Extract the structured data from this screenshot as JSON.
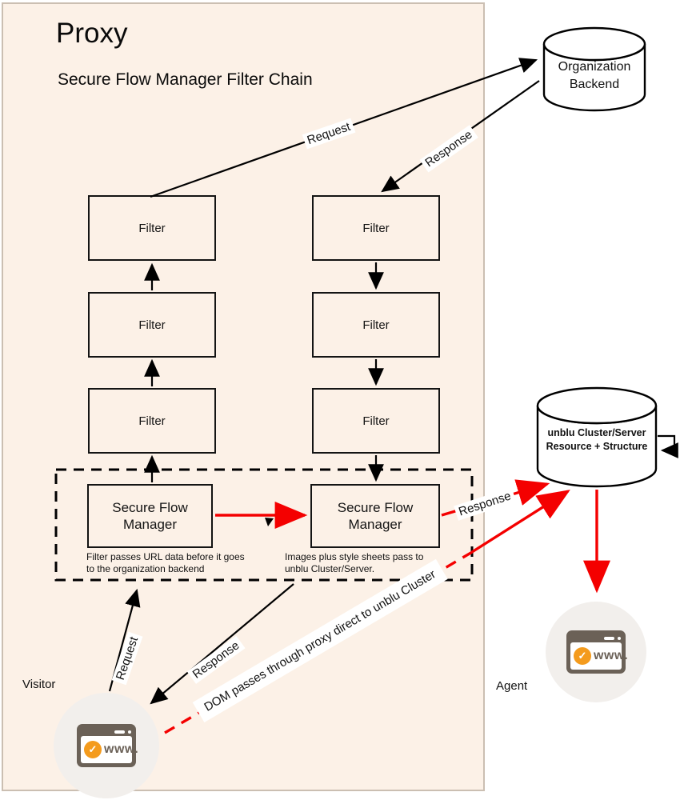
{
  "proxy": {
    "title": "Proxy",
    "subtitle": "Secure Flow Manager Filter Chain"
  },
  "nodes": {
    "org_backend": {
      "label": "Organization\nBackend"
    },
    "unblu": {
      "label": "unblu Cluster/Server\nResource + Structure"
    },
    "sfm_left": {
      "label": "Secure Flow\nManager",
      "caption": "Filter passes URL data before it goes\nto the organization backend"
    },
    "sfm_right": {
      "label": "Secure Flow\nManager",
      "caption": "Images plus style sheets pass to\nunblu Cluster/Server."
    }
  },
  "filters": {
    "left": [
      "Filter",
      "Filter",
      "Filter"
    ],
    "right": [
      "Filter",
      "Filter",
      "Filter"
    ]
  },
  "labels": {
    "request_top": "Request",
    "response_top": "Response",
    "response_mid": "Response",
    "request_bottom": "Request",
    "response_bottom": "Response",
    "dom": "DOM passes through proxy direct to unblu Cluster"
  },
  "actors": {
    "visitor": "Visitor",
    "agent": "Agent"
  },
  "icons": {
    "browser_text": "www.",
    "check_glyph": "✓"
  },
  "colors": {
    "panel_bg": "#FCF1E7",
    "panel_border": "#CBBFB2",
    "accent_red": "#F40000",
    "ink": "#141414",
    "browser_frame": "#6B6157",
    "browser_orange": "#F49B1D",
    "actor_circle": "#F2EFEC"
  }
}
